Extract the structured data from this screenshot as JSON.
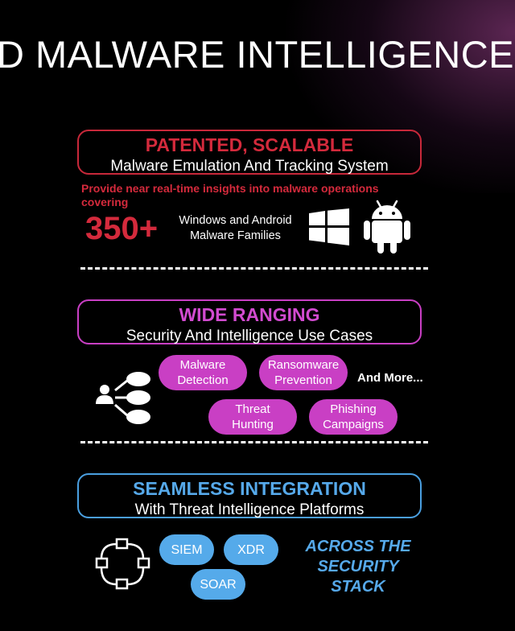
{
  "heading": "D MALWARE INTELLIGENCE",
  "section1": {
    "title": "PATENTED, SCALABLE",
    "subtitle": "Malware Emulation And Tracking System",
    "insight": "Provide near real-time insights into malware operations covering",
    "count": "350+",
    "families_line1": "Windows and Android",
    "families_line2": "Malware Families",
    "icons": [
      "windows-icon",
      "android-icon"
    ]
  },
  "section2": {
    "title": "WIDE RANGING",
    "subtitle": "Security And Intelligence Use Cases",
    "use_cases": [
      {
        "line1": "Malware",
        "line2": "Detection"
      },
      {
        "line1": "Ransomware",
        "line2": "Prevention"
      },
      {
        "line1": "Threat",
        "line2": "Hunting"
      },
      {
        "line1": "Phishing",
        "line2": "Campaigns"
      }
    ],
    "and_more": "And More...",
    "icon": "user-network-icon"
  },
  "section3": {
    "title": "SEAMLESS INTEGRATION",
    "subtitle": "With Threat Intelligence Platforms",
    "platforms": [
      "SIEM",
      "XDR",
      "SOAR"
    ],
    "across_line1": "ACROSS THE",
    "across_line2": "SECURITY",
    "across_line3": "STACK",
    "icon": "integration-network-icon"
  },
  "colors": {
    "red": "#d42a3c",
    "pink": "#c93fc4",
    "blue": "#55aaea",
    "background": "#000000"
  }
}
